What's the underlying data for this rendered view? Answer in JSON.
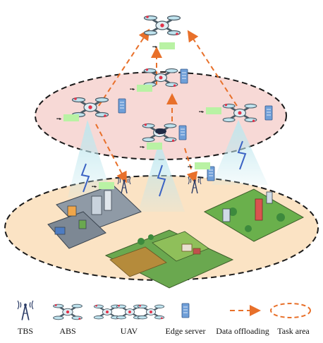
{
  "colors": {
    "upper_ellipse_fill": "#f7d9d6",
    "lower_ellipse_fill": "#fbe3c4",
    "data_offloading_arrow": "#e8702a",
    "task_area_outline": "#e8702a",
    "signal_beam": "#bfe7ee",
    "drone_body": "#bfe3ee",
    "drone_accent": "#e2334a",
    "edge_server": "#6f9fd8",
    "small_card": "#b9f2a4",
    "lightning": "#3b63c4",
    "land_green": "#5aa83a",
    "land_farm": "#b58b3b"
  },
  "icons": {
    "tbs": "tower-antenna-icon",
    "abs": "quadcopter-abs-icon",
    "uav": "uav-drone-icon",
    "edge_server": "server-rack-icon",
    "data_offloading": "dashed-arrow-icon",
    "task_area": "dashed-ellipse-icon"
  },
  "legend": {
    "tbs": "TBS",
    "abs": "ABS",
    "uav": "UAV",
    "edge_server": "Edge server",
    "data_offloading": "Data offloading",
    "task_area": "Task area"
  }
}
